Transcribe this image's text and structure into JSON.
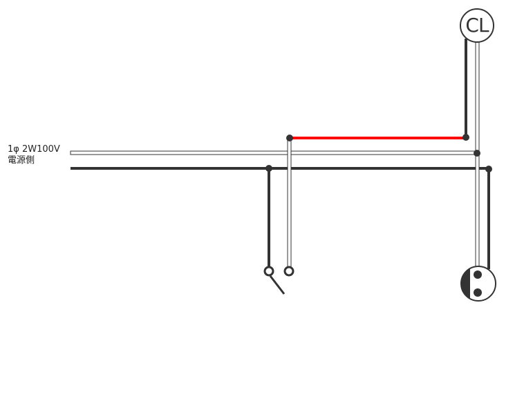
{
  "source_label": {
    "line1": "1φ 2W100V",
    "line2": "電源側"
  },
  "ceiling_light": {
    "label": "CL"
  },
  "colors": {
    "wire_dark": "#333333",
    "wire_red": "#ff0000",
    "outline": "#333333"
  }
}
